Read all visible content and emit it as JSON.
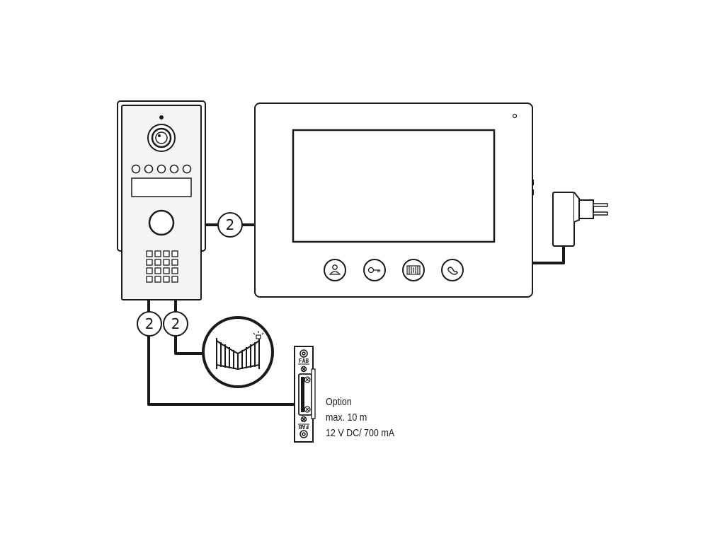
{
  "badges": {
    "doorstation_monitor": "2",
    "doorstation_lock": "2",
    "doorstation_gate": "2"
  },
  "lock": {
    "top_label": "FAB",
    "bottom_label": "FAB"
  },
  "note": {
    "line1": "Option",
    "line2": "max. 10 m",
    "line3": "12 V DC/ 700 mA"
  },
  "colors": {
    "line": "#1a1a1a",
    "device_fill": "#ffffff",
    "panel_fill": "#f4f4f4",
    "screen_fill": "#ffffff"
  },
  "icons": {
    "monitor_buttons": [
      "intercom-person-icon",
      "key-unlock-icon",
      "gate-icon",
      "handset-icon"
    ]
  }
}
